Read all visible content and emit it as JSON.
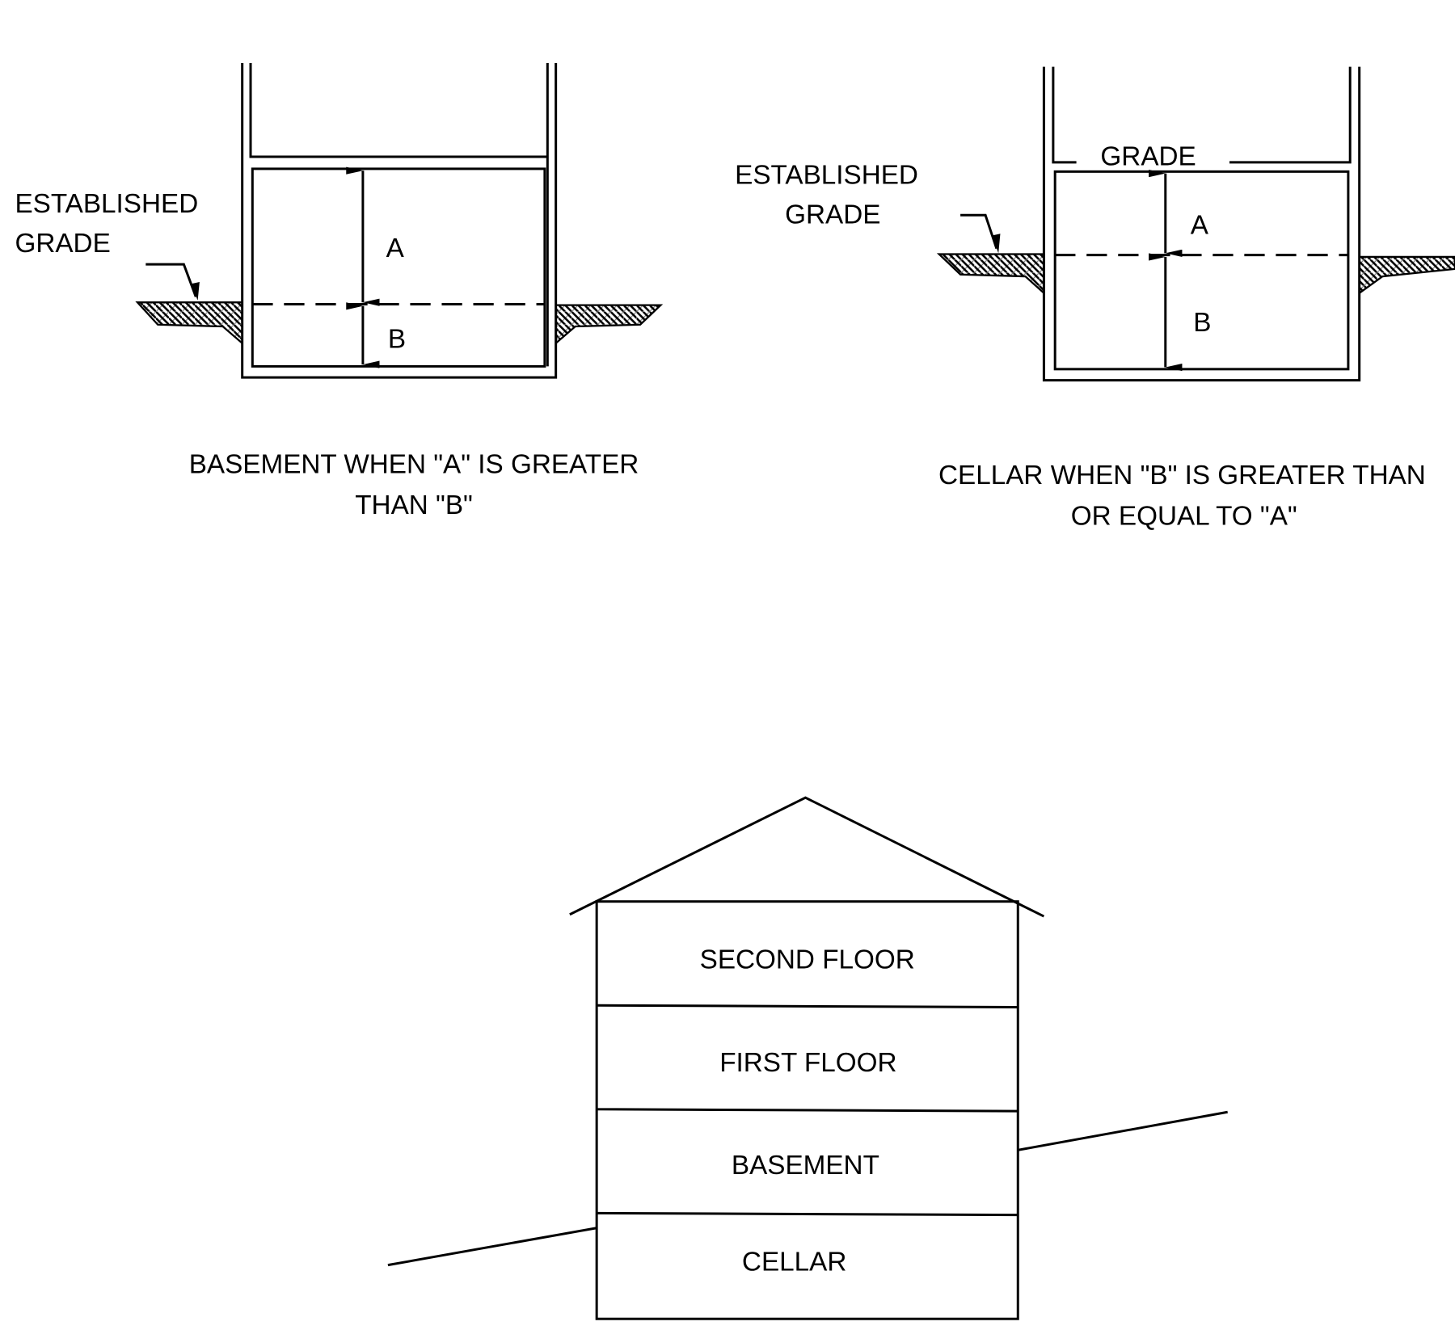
{
  "left_diagram": {
    "grade_label_line1": "ESTABLISHED",
    "grade_label_line2": "GRADE",
    "dim_a": "A",
    "dim_b": "B",
    "caption_line1": "BASEMENT WHEN \"A\" IS GREATER",
    "caption_line2": "THAN \"B\""
  },
  "right_diagram": {
    "grade_label_line1": "ESTABLISHED",
    "grade_label_line2": "GRADE",
    "top_grade_label": "GRADE",
    "dim_a": "A",
    "dim_b": "B",
    "caption_line1": "CELLAR WHEN \"B\" IS GREATER THAN",
    "caption_line2": "OR EQUAL TO \"A\""
  },
  "house": {
    "floors": [
      "SECOND FLOOR",
      "FIRST FLOOR",
      "BASEMENT",
      "CELLAR"
    ]
  }
}
